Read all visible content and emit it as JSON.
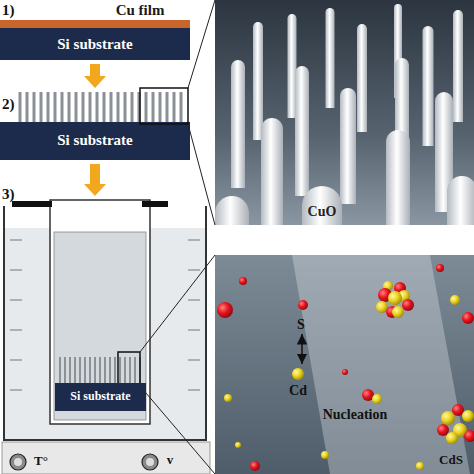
{
  "diagram": {
    "nodes": [
      {
        "text": [
          "Cu film"
        ]
      },
      {
        "text": [
          "Si substrate"
        ]
      },
      {
        "text": [
          "Si substrate"
        ]
      },
      {
        "text": [
          "T°",
          "v"
        ]
      },
      {
        "text": [
          "Si substrate"
        ],
        "in": 3
      },
      {
        "text": [
          "CuO"
        ]
      },
      {
        "text": [
          "S",
          "Cd",
          "Nucleation",
          "CdS"
        ]
      }
    ],
    "edges": [
      {
        "from": 1,
        "to": 2,
        "arrow": "to"
      },
      {
        "from": 2,
        "to": 3,
        "arrow": "to"
      }
    ],
    "labels": [
      "1)",
      "2)",
      "3)"
    ]
  }
}
